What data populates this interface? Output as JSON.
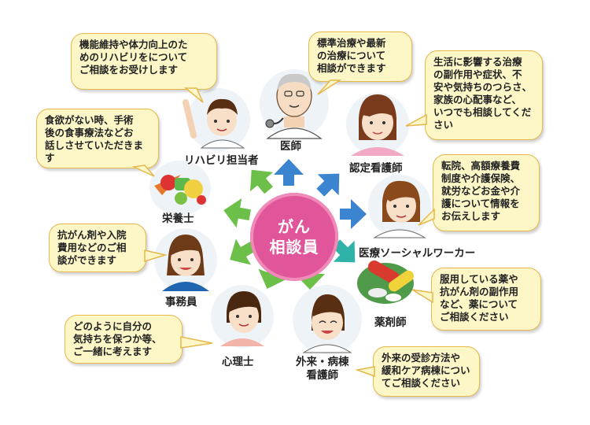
{
  "center": {
    "line1": "がん",
    "line2": "相談員"
  },
  "roles": {
    "doctor": "医師",
    "nurse_cert": "認定看護師",
    "social_worker": "医療ソーシャルワーカー",
    "pharmacist": "薬剤師",
    "ward_nurse": "外来・病棟\n看護師",
    "psychologist": "心理士",
    "clerk": "事務員",
    "dietitian": "栄養士",
    "rehab": "リハビリ担当者"
  },
  "bubbles": {
    "rehab": "機能維持や体力向上のた\nめのリハビリをについて\nご相談をお受けします",
    "doctor": "標準治療や最新\nの治療について\n相談ができます",
    "nurse_cert": "生活に影響する治療\nの副作用や症状、不\n安や気持ちのつらさ、\n家族の心配事など、\nいつでも相談してくだ\nさい",
    "social_worker": "転院、高額療養費\n制度や介護保険、\n就労などお金や介\n護について情報を\nお伝えします",
    "pharmacist": "服用している薬や\n抗がん剤の副作用\nなど、薬について\nご相談ください",
    "ward_nurse": "外来の受診方法や\n緩和ケア病棟につい\nてご相談ください",
    "psychologist": "どのように自分の\n気持ちを保つか等、\nご一緒に考えます",
    "clerk": "抗がん剤や入院\n費用などのご相\n談ができます",
    "dietitian": "食欲がない時、手術\n後の食事療法などお\n話しさせていただきま\nす"
  },
  "colors": {
    "center": "#e1569a",
    "bubble_fill": "#fdf7c8",
    "bubble_border": "#e6b74a",
    "arrow_blue": "#3b84cf",
    "arrow_teal": "#2fb3a8",
    "arrow_green": "#6cc04a"
  },
  "icons": [
    "doctor-icon",
    "nurse-icon",
    "social-worker-icon",
    "medicine-icon",
    "ward-nurse-icon",
    "psychologist-icon",
    "clerk-icon",
    "vegetables-icon",
    "rehab-staff-icon"
  ]
}
